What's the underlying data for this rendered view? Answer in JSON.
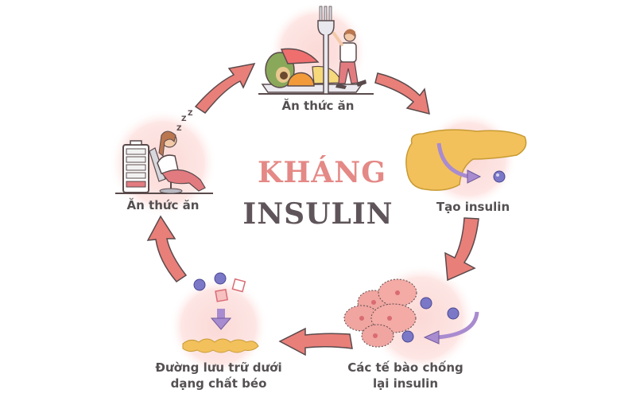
{
  "diagram": {
    "title_line1": "KHÁNG",
    "title_line2": "INSULIN",
    "type": "cycle",
    "steps": [
      {
        "id": "eat-food",
        "label": "Ăn thức ăn",
        "icon": "food-plate-fork-person-icon"
      },
      {
        "id": "make-insulin",
        "label": "Tạo insulin",
        "icon": "pancreas-insulin-icon"
      },
      {
        "id": "resistant-cells",
        "label_line1": "Các tế bào chống",
        "label_line2": "lại insulin",
        "icon": "cells-insulin-icon"
      },
      {
        "id": "sugar-stored-fat",
        "label_line1": "Đường lưu trữ dưới",
        "label_line2": "dạng chất béo",
        "icon": "sugar-to-fat-icon"
      },
      {
        "id": "low-energy-eat",
        "label": "Ăn thức ăn",
        "icon": "tired-person-low-battery-icon"
      }
    ],
    "colors": {
      "arrow": "#e97f79",
      "arrow_outline": "#5a4a4c",
      "circle_bg": "#fbe1df",
      "title_pink": "#e48986",
      "title_dark": "#5e5459",
      "label_text": "#555052",
      "insulin_ball": "#7b78c8",
      "pancreas": "#f3c15c",
      "purple_arrow": "#a98bd0"
    }
  }
}
